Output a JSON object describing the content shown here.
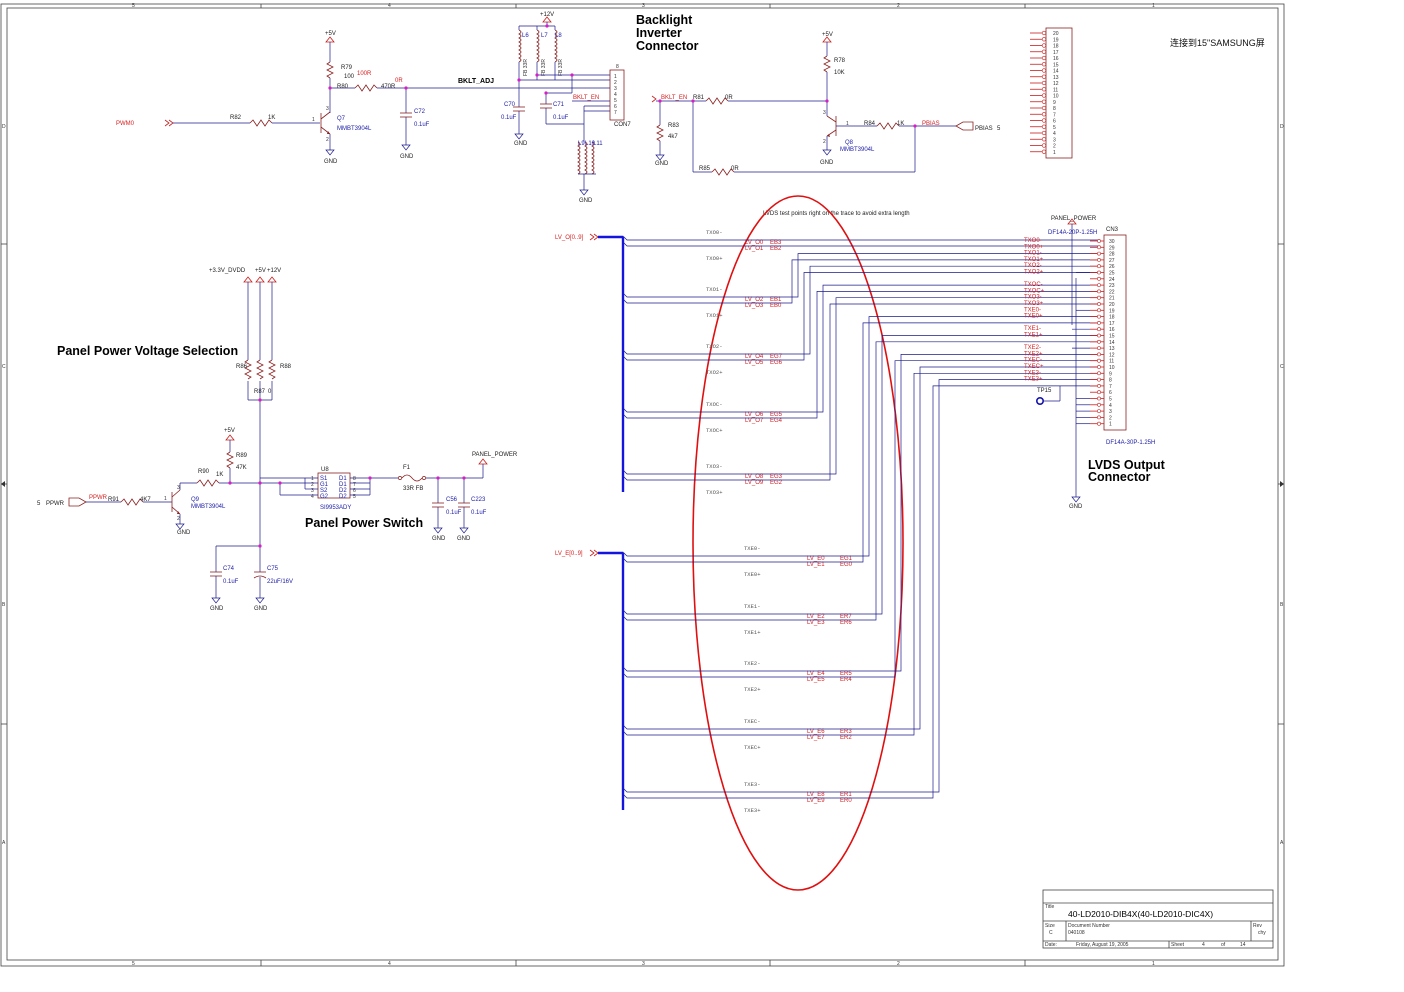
{
  "border": {
    "top_cols": [
      "5",
      "4",
      "3",
      "2",
      "1"
    ],
    "bottom_cols": [
      "5",
      "4",
      "3",
      "2",
      "1"
    ],
    "rows": [
      "D",
      "C",
      "B",
      "A"
    ]
  },
  "headings": {
    "backlight": [
      "Backlight",
      "Inverter",
      "Connector"
    ],
    "panel_voltage": "Panel Power Voltage Selection",
    "panel_switch": "Panel Power Switch",
    "lvds_output": [
      "LVDS Output",
      "Connector"
    ],
    "connect_note": "连接到15\"SAMSUNG屏"
  },
  "pwm_section": {
    "pwm": "PWM0",
    "r82": "R82",
    "r82_val": "1K",
    "vcc": "+5V",
    "r79": "R79",
    "r79_val": "100",
    "r80": "R80",
    "r80_val": "470R",
    "ohm_note": "100R",
    "zero_r": "0R",
    "q7": "Q7",
    "q7_part": "MMBT3904L",
    "c72": "C72",
    "c72_val": "0.1uF",
    "gnd": "GND",
    "bklt_adj": "BKLT_ADJ",
    "q_pins": [
      "1",
      "2",
      "3"
    ]
  },
  "backlight_connector": {
    "v12": "+12V",
    "l6": "L6",
    "l7": "L7",
    "l8": "L8",
    "bead_val": "FB 33R",
    "c70": "C70",
    "c70_val": "0.1uF",
    "c71": "C71",
    "c71_val": "0.1uF",
    "l9": "L9",
    "l10": "L10",
    "l11": "L11",
    "bklt_en": "BKLT_EN",
    "con": "CON7",
    "pins": [
      "8",
      "1",
      "2",
      "3",
      "4",
      "5",
      "6",
      "7"
    ],
    "gnd": "GND"
  },
  "bklt_en_section": {
    "bklt_en": "BKLT_EN",
    "r81": "R81",
    "r81_val": "0R",
    "r83": "R83",
    "r83_val": "4k7",
    "vcc": "+5V",
    "r78": "R78",
    "r78_val": "10K",
    "r84": "R84",
    "r84_val": "1K",
    "r85": "R85",
    "r85_val": "0R",
    "q8": "Q8",
    "q8_part": "MMBT3904L",
    "pbias": "PBIAS",
    "pbias_port": "PBIAS",
    "pbias_num": "5",
    "gnd": "GND"
  },
  "top_right_connector": {
    "pins": [
      "20",
      "19",
      "18",
      "17",
      "16",
      "15",
      "14",
      "13",
      "12",
      "11",
      "10",
      "9",
      "8",
      "7",
      "6",
      "5",
      "4",
      "3",
      "2",
      "1"
    ]
  },
  "lvds_odd": {
    "note": "LVDS test points right on the trace to avoid extra length",
    "bus": "LV_O[0..9]",
    "groups": [
      {
        "pos": "TXO0-",
        "neg": "TXO0+",
        "a": "LV_O0",
        "b": "LV_O1",
        "ea": "EB3",
        "eb": "EB2"
      },
      {
        "pos": "TXO1-",
        "neg": "TXO1+",
        "a": "LV_O2",
        "b": "LV_O3",
        "ea": "EB1",
        "eb": "EB0"
      },
      {
        "pos": "TXO2-",
        "neg": "TXO2+",
        "a": "LV_O4",
        "b": "LV_O5",
        "ea": "EG7",
        "eb": "EG6"
      },
      {
        "pos": "TXOC-",
        "neg": "TXOC+",
        "a": "LV_O6",
        "b": "LV_O7",
        "ea": "EG5",
        "eb": "EG4"
      },
      {
        "pos": "TXO3-",
        "neg": "TXO3+",
        "a": "LV_O8",
        "b": "LV_O9",
        "ea": "EG3",
        "eb": "EG2"
      }
    ]
  },
  "lvds_even": {
    "bus": "LV_E[0..9]",
    "groups": [
      {
        "pos": "TXE0-",
        "neg": "TXE0+",
        "a": "LV_E0",
        "b": "LV_E1",
        "ea": "EG1",
        "eb": "EG0"
      },
      {
        "pos": "TXE1-",
        "neg": "TXE1+",
        "a": "LV_E2",
        "b": "LV_E3",
        "ea": "ER7",
        "eb": "ER6"
      },
      {
        "pos": "TXE2-",
        "neg": "TXE2+",
        "a": "LV_E4",
        "b": "LV_E5",
        "ea": "ER5",
        "eb": "ER4"
      },
      {
        "pos": "TXEC-",
        "neg": "TXEC+",
        "a": "LV_E6",
        "b": "LV_E7",
        "ea": "ER3",
        "eb": "ER2"
      },
      {
        "pos": "TXE3-",
        "neg": "TXE3+",
        "a": "LV_E8",
        "b": "LV_E9",
        "ea": "ER1",
        "eb": "ER0"
      }
    ]
  },
  "cn3": {
    "panel_power": "PANEL_POWER",
    "part_top": "DF14A-20P-1.25H",
    "ref": "CN3",
    "part_bottom": "DF14A-30P-1.25H",
    "tp": "TP15",
    "gnd": "GND",
    "pins": [
      "30",
      "29",
      "28",
      "27",
      "26",
      "25",
      "24",
      "23",
      "22",
      "21",
      "20",
      "19",
      "18",
      "17",
      "16",
      "15",
      "14",
      "13",
      "12",
      "11",
      "10",
      "9",
      "8",
      "7",
      "6",
      "5",
      "4",
      "3",
      "2",
      "1"
    ],
    "nets": [
      "TXO0-",
      "TXO0+",
      "TXO1-",
      "TXO1+",
      "TXO2-",
      "TXO2+",
      "",
      "TXOC-",
      "TXOC+",
      "TXO3-",
      "TXO3+",
      "TXE0-",
      "TXE0+",
      "",
      "TXE1-",
      "TXE1+",
      "",
      "TXE2-",
      "TXE2+",
      "TXEC-",
      "TXEC+",
      "TXE3-",
      "TXE3+"
    ]
  },
  "power_select": {
    "rails": [
      "+3.3V_DVDD",
      "+5V",
      "+12V"
    ],
    "r86": "R86",
    "r88": "R88",
    "r87": "R87",
    "r87_val": "0"
  },
  "power_switch": {
    "vcc": "+5V",
    "r89": "R89",
    "r89_val": "47K",
    "r90": "R90",
    "r90_val": "1K",
    "ppwr_num": "5",
    "ppwr": "PPWR",
    "ppwr_net": "PPWR",
    "r91": "R91",
    "r91_val": "4K7",
    "q9": "Q9",
    "q9_part": "MMBT3904L",
    "u8": "U8",
    "u8_part": "SI9953ADY",
    "u8_left": [
      "S1",
      "G1",
      "S2",
      "G2"
    ],
    "u8_right": [
      "D1",
      "D1",
      "D2",
      "D2"
    ],
    "u8_lpins": [
      "1",
      "2",
      "3",
      "4"
    ],
    "u8_rpins": [
      "8",
      "7",
      "6",
      "5"
    ],
    "f1": "F1",
    "f1_val": "33R FB",
    "panel_power": "PANEL_POWER",
    "c56": "C56",
    "c56_val": "0.1uF",
    "c223": "C223",
    "c223_val": "0.1uF",
    "c74": "C74",
    "c74_val": "0.1uF",
    "c75": "C75",
    "c75_val": "22uF/16V",
    "gnd": "GND"
  },
  "title_block": {
    "title_label": "Title",
    "title": "40-LD2010-DIB4X(40-LD2010-DIC4X)",
    "size_label": "Size",
    "size": "C",
    "doc_label": "Document Number",
    "doc": "040108",
    "rev_label": "Rev",
    "rev": "chy",
    "date_label": "Date:",
    "date": "Friday, August 19, 2005",
    "sheet_label": "Sheet",
    "sheet": "4",
    "of_label": "of",
    "total": "14"
  },
  "annotation_color": "#d81e1e"
}
